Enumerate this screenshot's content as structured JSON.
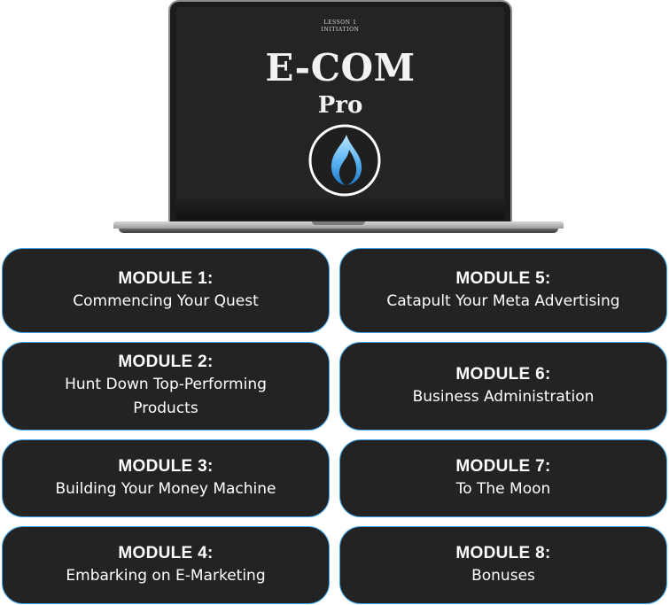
{
  "hero": {
    "lesson_line1": "LESSON 1",
    "lesson_line2": "INITIATION",
    "title": "E-COM",
    "subtitle": "Pro",
    "logo_icon": "flame-icon",
    "accent": "#3aa4f0"
  },
  "modules": [
    {
      "number": "MODULE 1:",
      "title": "Commencing Your Quest"
    },
    {
      "number": "MODULE 2:",
      "title": "Hunt Down Top-Performing Products"
    },
    {
      "number": "MODULE 3:",
      "title": "Building Your Money Machine"
    },
    {
      "number": "MODULE 4:",
      "title": "Embarking on E-Marketing"
    },
    {
      "number": "MODULE 5:",
      "title": "Catapult Your Meta Advertising"
    },
    {
      "number": "MODULE 6:",
      "title": "Business Administration"
    },
    {
      "number": "MODULE 7:",
      "title": "To The Moon"
    },
    {
      "number": "MODULE 8:",
      "title": "Bonuses"
    }
  ]
}
